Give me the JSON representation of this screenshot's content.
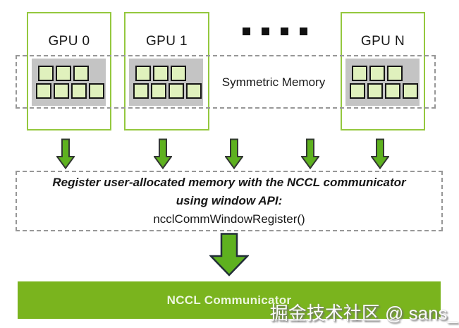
{
  "gpus": [
    {
      "label": "GPU 0"
    },
    {
      "label": "GPU 1"
    },
    {
      "label": "GPU N"
    }
  ],
  "ellipsis": {
    "dot_count": 4
  },
  "memory": {
    "top_row_blocks": 3,
    "bottom_row_blocks": 4
  },
  "symmetric_memory": {
    "label": "Symmetric Memory"
  },
  "register_box": {
    "line1": "Register user-allocated memory with the NCCL communicator",
    "line2": "using window API:",
    "line3": "ncclCommWindowRegister()"
  },
  "communicator_bar": {
    "label": "NCCL Communicator"
  },
  "watermark": {
    "text": "掘金技术社区 @ sans_"
  },
  "icons": {
    "down_arrow_small": "down-arrow",
    "down_arrow_big": "down-arrow"
  },
  "colors": {
    "gpu_border": "#94c83e",
    "arrow_fill": "#5eb11f",
    "arrow_outline": "#333833",
    "big_arrow_outline": "#222e38",
    "bar_fill": "#7ab41e",
    "bar_text": "#ecf6de",
    "block_fill": "#e0f1bd",
    "block_border": "#161616",
    "memory_panel_bg": "#c4c4c4",
    "dashed_border": "#979797",
    "text_dark": "#171717",
    "dot_color": "#111111",
    "watermark_color": "#fbfbfb"
  }
}
